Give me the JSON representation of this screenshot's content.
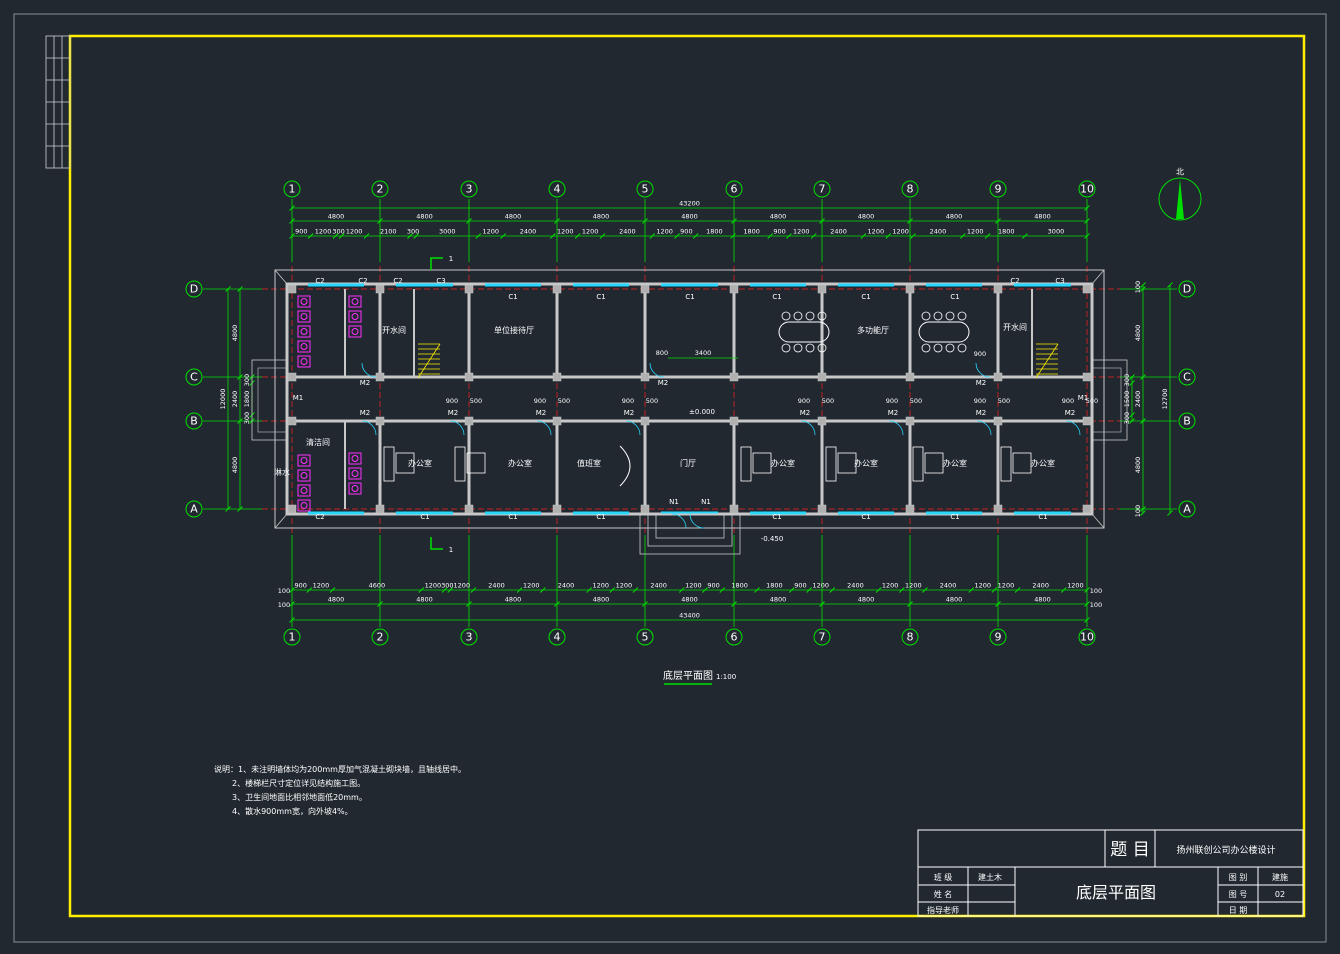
{
  "drawing": {
    "title": "底层平面图",
    "scale": "1:100",
    "north": "北"
  },
  "axes": {
    "vertical": [
      "1",
      "2",
      "3",
      "4",
      "5",
      "6",
      "7",
      "8",
      "9",
      "10"
    ],
    "horizontal": [
      "D",
      "C",
      "B",
      "A"
    ]
  },
  "dims_top": {
    "overall": "43200",
    "bays": [
      "4800",
      "4800",
      "4800",
      "4800",
      "4800",
      "4800",
      "4800",
      "4800",
      "4800"
    ],
    "detail": [
      "900",
      "1200",
      "300",
      "1200",
      "2100",
      "300",
      "3000",
      "1200",
      "2400",
      "1200",
      "1200",
      "2400",
      "1200",
      "900",
      "1800",
      "1800",
      "900",
      "1200",
      "2400",
      "1200",
      "1200",
      "2400",
      "1200",
      "1800",
      "3000"
    ]
  },
  "dims_bottom": {
    "overall": "43400",
    "edge": "100",
    "bays": [
      "4800",
      "4800",
      "4800",
      "4800",
      "4800",
      "4800",
      "4800",
      "4800",
      "4800"
    ],
    "detail": [
      "900",
      "1200",
      "4600",
      "1200",
      "300",
      "1200",
      "2400",
      "1200",
      "2400",
      "1200",
      "1200",
      "2400",
      "1200",
      "900",
      "1800",
      "1800",
      "900",
      "1200",
      "2400",
      "1200",
      "1200",
      "2400",
      "1200",
      "1200",
      "2400",
      "1200"
    ]
  },
  "dims_left": [
    "4800",
    "2400",
    "4800",
    "12000",
    "300",
    "1800",
    "300"
  ],
  "dims_right": [
    "100",
    "4800",
    "2400",
    "4800",
    "100",
    "12700",
    "300",
    "1500",
    "300"
  ],
  "rooms": {
    "boiling_left": "开水间",
    "unit_reception": "单位接待厅",
    "multi_meeting": "多功能厅",
    "boiling_right": "开水间",
    "office": "办公室",
    "duty": "值班室",
    "lobby": "门厅",
    "cleaning": "清洁间",
    "wash": "淋水"
  },
  "windows": {
    "c1": "C1",
    "c2": "C2",
    "c3": "C3",
    "m1": "M1",
    "m2": "M2",
    "n1": "N1"
  },
  "levels": {
    "floor": "±0.000",
    "outdoor": "-0.450",
    "corridor_door": "800",
    "corridor_span": "3400",
    "door_width": "900",
    "offset": "500"
  },
  "section_mark": "1",
  "notes": {
    "n1": "说明：1、未注明墙体均为200mm厚加气混凝土砌块墙，且轴线居中。",
    "n2": "2、楼梯栏尺寸定位详见结构施工图。",
    "n3": "3、卫生间地面比相邻地面低20mm。",
    "n4": "4、散水900mm宽，向外坡4%。"
  },
  "titleblock": {
    "project_label": "题 目",
    "project": "扬州联创公司办公楼设计",
    "class_label": "班 级",
    "class_value": "建土木",
    "name_label": "姓 名",
    "teacher_label": "指导老师",
    "drawing_name": "底层平面图",
    "category_label": "图 别",
    "category_value": "建施",
    "number_label": "图 号",
    "number_value": "02",
    "date_label": "日 期"
  }
}
